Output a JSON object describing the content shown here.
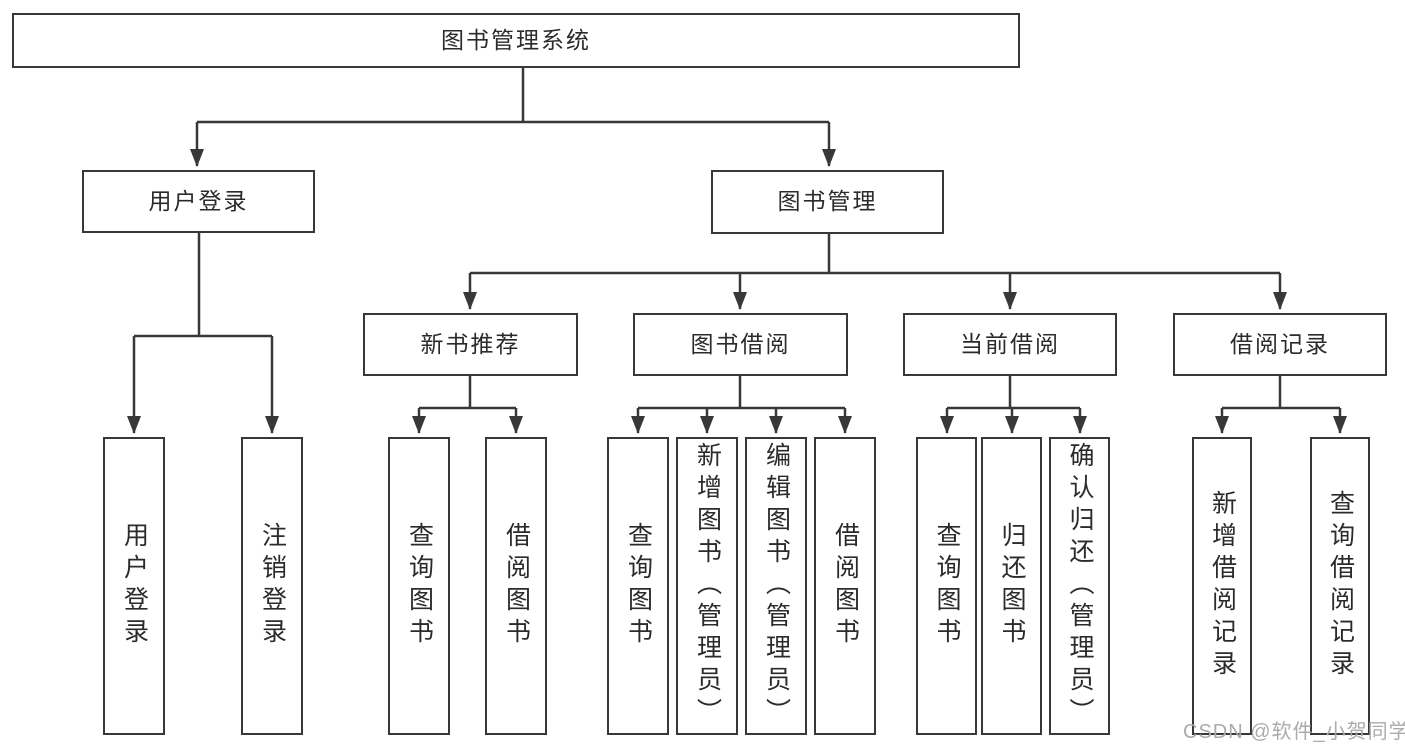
{
  "diagram": {
    "root": {
      "label": "图书管理系统"
    },
    "branches": [
      {
        "label": "用户登录",
        "leaves": [
          "用户登录",
          "注销登录"
        ]
      },
      {
        "label": "图书管理",
        "groups": [
          {
            "label": "新书推荐",
            "leaves": [
              "查询图书",
              "借阅图书"
            ]
          },
          {
            "label": "图书借阅",
            "leaves": [
              "查询图书",
              "新增图书（管理员）",
              "编辑图书（管理员）",
              "借阅图书"
            ]
          },
          {
            "label": "当前借阅",
            "leaves": [
              "查询图书",
              "归还图书",
              "确认归还（管理员）"
            ]
          },
          {
            "label": "借阅记录",
            "leaves": [
              "新增借阅记录",
              "查询借阅记录"
            ]
          }
        ]
      }
    ]
  },
  "watermark": {
    "text": "CSDN @软件_小贺同学"
  },
  "colors": {
    "line": "#383838",
    "border": "#383838",
    "text": "#2b2b2b",
    "background": "#ffffff",
    "watermark": "#ababab"
  }
}
